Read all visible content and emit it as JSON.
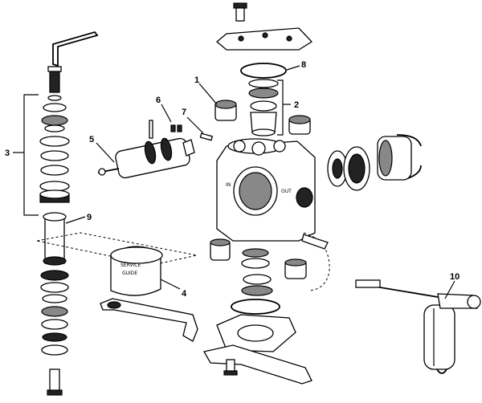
{
  "callouts": [
    {
      "num": "1"
    },
    {
      "num": "2"
    },
    {
      "num": "3"
    },
    {
      "num": "4"
    },
    {
      "num": "5"
    },
    {
      "num": "6"
    },
    {
      "num": "7"
    },
    {
      "num": "8"
    },
    {
      "num": "9"
    },
    {
      "num": "10"
    }
  ],
  "stamps": {
    "body_left": "IN",
    "body_right": "OUT",
    "clamp_text_1": "SERVICE",
    "clamp_text_2": "GUIDE"
  }
}
